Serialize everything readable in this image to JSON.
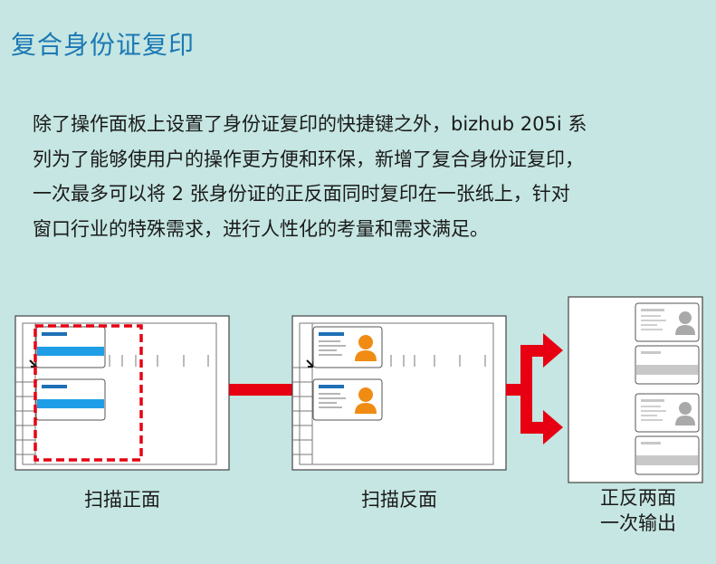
{
  "title": "复合身份证复印",
  "description": {
    "lines": [
      "除了操作面板上设置了身份证复印的快捷键之外，bizhub 205i 系",
      "列为了能够使用户的操作更方便和环保，新增了复合身份证复印，",
      "一次最多可以将 2 张身份证的正反面同时复印在一张纸上，针对",
      "窗口行业的特殊需求，进行人性化的考量和需求满足。"
    ]
  },
  "steps": [
    {
      "label": "扫描正面"
    },
    {
      "label": "扫描反面"
    },
    {
      "label_line1": "正反两面",
      "label_line2": "一次输出"
    }
  ],
  "colors": {
    "background": "#c5e6e2",
    "title": "#1b78b4",
    "arrow": "#e60012",
    "card_stripe": "#1e9ee6",
    "card_header": "#1e6fb5",
    "avatar_front": "#f08c14",
    "avatar_back": "#a9a9a9"
  },
  "icons": {
    "scan_front": "scanner-glass-front-icon",
    "scan_back": "scanner-glass-back-icon",
    "output": "output-paper-icon",
    "flow_arrow": "split-arrow-icon"
  }
}
